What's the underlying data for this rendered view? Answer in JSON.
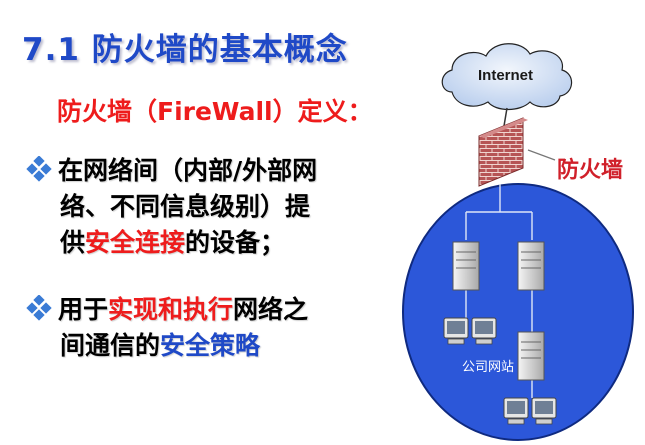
{
  "title": "7.1 防火墙的基本概念",
  "subtitle": "防火墙（FireWall）定义：",
  "bullets": [
    {
      "lines": [
        [
          {
            "text": "在网络间（内部/外部网",
            "color": "black"
          }
        ],
        [
          {
            "text": "络、不同信息级别）提",
            "color": "black"
          }
        ],
        [
          {
            "text": "供",
            "color": "black"
          },
          {
            "text": "安全连接",
            "color": "red"
          },
          {
            "text": "的设备；",
            "color": "black"
          }
        ]
      ]
    },
    {
      "lines": [
        [
          {
            "text": "用于",
            "color": "black"
          },
          {
            "text": "实现和执行",
            "color": "red"
          },
          {
            "text": "网络之",
            "color": "black"
          }
        ],
        [
          {
            "text": "间通信的",
            "color": "black"
          },
          {
            "text": "安全策略",
            "color": "blue"
          }
        ]
      ]
    }
  ],
  "diagram": {
    "internet_label": "Internet",
    "firewall_label": "防火墙",
    "network_label": "公司网站"
  },
  "colors": {
    "title": "#1f49c7",
    "red": "#ee1c1c",
    "blue": "#1f49c7",
    "network_fill": "#2b55d8",
    "cloud_fill": "#d4e1f5",
    "brick": "#b04a4a"
  }
}
